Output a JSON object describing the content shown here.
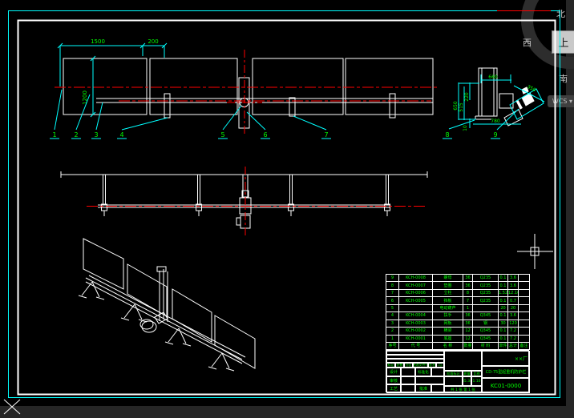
{
  "viewcube": {
    "north": "北",
    "west": "西",
    "south": "南",
    "up": "上",
    "wcs": "WCS ▾"
  },
  "dims": {
    "top": [
      "1500",
      "200",
      "1200"
    ],
    "detail": [
      "660",
      "650",
      "515",
      "220",
      "10",
      "780",
      "350"
    ]
  },
  "balloons": [
    "1",
    "2",
    "3",
    "4",
    "5",
    "6",
    "7",
    "8",
    "9"
  ],
  "bom": {
    "headers": [
      "序号",
      "代 号",
      "名 称",
      "数量",
      "材 料",
      "单件",
      "总计",
      "备注"
    ],
    "rows": [
      [
        "9",
        "KCH-0008",
        "螺母",
        "36",
        "Q235",
        "0.1",
        "3.6",
        ""
      ],
      [
        "8",
        "KCH-0007",
        "垫圈",
        "36",
        "Q235",
        "0.1",
        "3.6",
        ""
      ],
      [
        "7",
        "KCH-0006",
        "立柱",
        "8",
        "Q235",
        "1.52",
        "12.16",
        ""
      ],
      [
        "6",
        "KCH-0005",
        "挡板",
        "7",
        "Q235",
        "0.1",
        "0.7",
        ""
      ],
      [
        "5",
        "",
        "电动葫芦",
        "1",
        "",
        "20",
        "20",
        ""
      ],
      [
        "4",
        "KCH-0004",
        "扶手",
        "36",
        "Q345",
        "0.1",
        "3.6",
        ""
      ],
      [
        "3",
        "KCH-0003",
        "网板",
        "36",
        "钢",
        "30",
        "120",
        ""
      ],
      [
        "2",
        "KCH-0002",
        "横梁",
        "12",
        "Q345",
        "0.1",
        "7.2",
        ""
      ],
      [
        "1",
        "KCH-0001",
        "底座",
        "12",
        "Q345",
        "0.1",
        "7.2",
        ""
      ]
    ]
  },
  "title_block": {
    "mark_row": [
      "标记",
      "处数",
      "分区",
      "更改文件号",
      "签名",
      "年.月.日"
    ],
    "design": "设计",
    "check": "审核",
    "process": "工艺",
    "standard": "标准化",
    "approve": "批准",
    "stage": "阶段标记",
    "mass_label": "质量",
    "scale_label": "比例",
    "mass": "55.34",
    "scale": "1:10",
    "sheet": "共 1 张 第 1 张",
    "company": "××厂",
    "title": "CD-75型起重机防护栏",
    "drawing_no": "KC01-0000"
  }
}
